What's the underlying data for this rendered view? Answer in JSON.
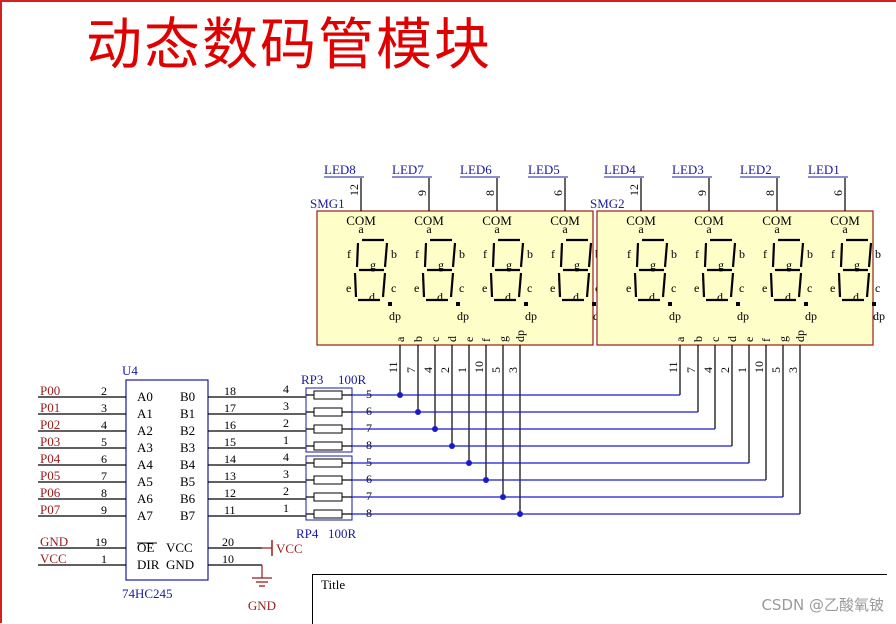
{
  "title": "动态数码管模块",
  "display_modules": [
    {
      "ref": "SMG1",
      "com_pins": [
        "12",
        "9",
        "8",
        "6"
      ],
      "led_nets": [
        "LED8",
        "LED7",
        "LED6",
        "LED5"
      ]
    },
    {
      "ref": "SMG2",
      "com_pins": [
        "12",
        "9",
        "8",
        "6"
      ],
      "led_nets": [
        "LED4",
        "LED3",
        "LED2",
        "LED1"
      ]
    }
  ],
  "digit_labels": {
    "com": "COM",
    "a": "a",
    "b": "b",
    "c": "c",
    "d": "d",
    "e": "e",
    "f": "f",
    "g": "g",
    "dp": "dp"
  },
  "segment_pins": {
    "names": [
      "a",
      "b",
      "c",
      "d",
      "e",
      "f",
      "g",
      "dp"
    ],
    "numbers": [
      "11",
      "7",
      "4",
      "2",
      "1",
      "10",
      "5",
      "3"
    ]
  },
  "buffer": {
    "ref": "U4",
    "part": "74HC245",
    "left_pins": [
      {
        "net": "P00",
        "num": "2",
        "name": "A0"
      },
      {
        "net": "P01",
        "num": "3",
        "name": "A1"
      },
      {
        "net": "P02",
        "num": "4",
        "name": "A2"
      },
      {
        "net": "P03",
        "num": "5",
        "name": "A3"
      },
      {
        "net": "P04",
        "num": "6",
        "name": "A4"
      },
      {
        "net": "P05",
        "num": "7",
        "name": "A5"
      },
      {
        "net": "P06",
        "num": "8",
        "name": "A6"
      },
      {
        "net": "P07",
        "num": "9",
        "name": "A7"
      }
    ],
    "right_pins": [
      {
        "name": "B0",
        "num": "18"
      },
      {
        "name": "B1",
        "num": "17"
      },
      {
        "name": "B2",
        "num": "16"
      },
      {
        "name": "B3",
        "num": "15"
      },
      {
        "name": "B4",
        "num": "14"
      },
      {
        "name": "B5",
        "num": "13"
      },
      {
        "name": "B6",
        "num": "12"
      },
      {
        "name": "B7",
        "num": "11"
      }
    ],
    "ctrl_left": [
      {
        "net": "GND",
        "num": "19",
        "name": "OE"
      },
      {
        "net": "VCC",
        "num": "1",
        "name": "DIR"
      }
    ],
    "ctrl_right": [
      {
        "name": "VCC",
        "num": "20",
        "net": "VCC"
      },
      {
        "name": "GND",
        "num": "10",
        "net": "GND"
      }
    ]
  },
  "resistor_packs": [
    {
      "ref": "RP3",
      "value": "100R",
      "left_pins": [
        "4",
        "3",
        "2",
        "1"
      ],
      "right_pins": [
        "5",
        "6",
        "7",
        "8"
      ]
    },
    {
      "ref": "RP4",
      "value": "100R",
      "left_pins": [
        "4",
        "3",
        "2",
        "1"
      ],
      "right_pins": [
        "5",
        "6",
        "7",
        "8"
      ]
    }
  ],
  "title_block": {
    "label": "Title"
  },
  "watermark": "CSDN @乙酸氧铍",
  "colors": {
    "title": "#e00000",
    "wire": "#1a1acc",
    "net_label": "#9b1b1b",
    "part_fill": "#fefec8",
    "part_stroke": "#9b1b1b"
  }
}
